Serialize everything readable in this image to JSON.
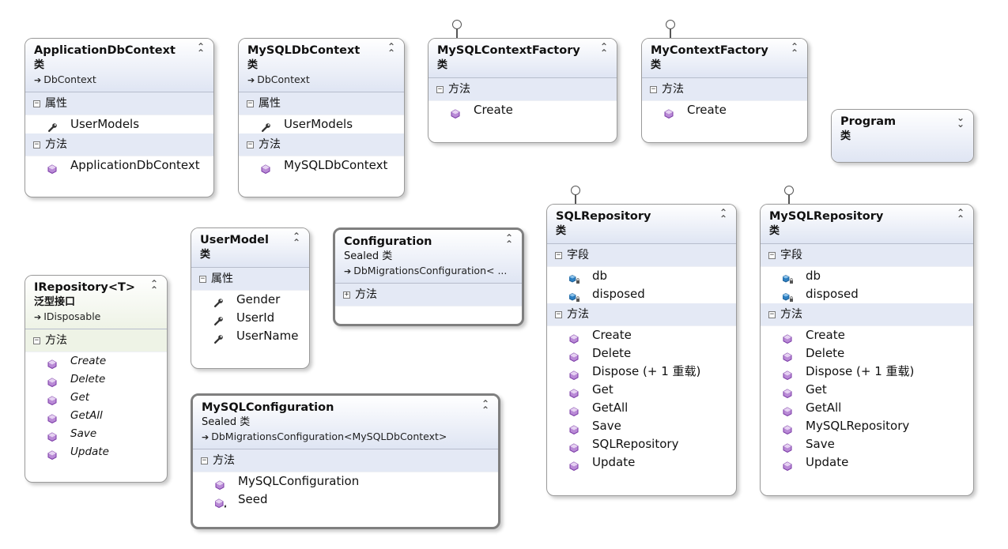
{
  "diagram": {
    "classes": [
      {
        "id": "appdb",
        "title": "ApplicationDbContext",
        "kind": "类",
        "base": "DbContext",
        "sections": [
          {
            "label": "属性",
            "items": [
              {
                "icon": "property",
                "name": "UserModels"
              }
            ]
          },
          {
            "label": "方法",
            "items": [
              {
                "icon": "method",
                "name": "ApplicationDbContext"
              }
            ]
          }
        ]
      },
      {
        "id": "mysqldb",
        "title": "MySQLDbContext",
        "kind": "类",
        "base": "DbContext",
        "sections": [
          {
            "label": "属性",
            "items": [
              {
                "icon": "property",
                "name": "UserModels"
              }
            ]
          },
          {
            "label": "方法",
            "items": [
              {
                "icon": "method",
                "name": "MySQLDbContext"
              }
            ]
          }
        ]
      },
      {
        "id": "mysqlfactory",
        "title": "MySQLContextFactory",
        "kind": "类",
        "sections": [
          {
            "label": "方法",
            "items": [
              {
                "icon": "method",
                "name": "Create"
              }
            ]
          }
        ]
      },
      {
        "id": "myfactory",
        "title": "MyContextFactory",
        "kind": "类",
        "sections": [
          {
            "label": "方法",
            "items": [
              {
                "icon": "method",
                "name": "Create"
              }
            ]
          }
        ]
      },
      {
        "id": "program",
        "title": "Program",
        "kind": "类",
        "collapsed": true
      },
      {
        "id": "irepo",
        "title": "IRepository<T>",
        "kind": "泛型接口",
        "base": "IDisposable",
        "sections": [
          {
            "label": "方法",
            "items": [
              {
                "icon": "method",
                "name": "Create"
              },
              {
                "icon": "method",
                "name": "Delete"
              },
              {
                "icon": "method",
                "name": "Get"
              },
              {
                "icon": "method",
                "name": "GetAll"
              },
              {
                "icon": "method",
                "name": "Save"
              },
              {
                "icon": "method",
                "name": "Update"
              }
            ]
          }
        ]
      },
      {
        "id": "usermodel",
        "title": "UserModel",
        "kind": "类",
        "sections": [
          {
            "label": "属性",
            "items": [
              {
                "icon": "property",
                "name": "Gender"
              },
              {
                "icon": "property",
                "name": "UserId"
              },
              {
                "icon": "property",
                "name": "UserName"
              }
            ]
          }
        ]
      },
      {
        "id": "configuration",
        "title": "Configuration",
        "kind": "Sealed 类",
        "base": "DbMigrationsConfiguration< ...",
        "sections": [
          {
            "label": "方法",
            "collapsed": true,
            "items": []
          }
        ]
      },
      {
        "id": "mysqlconfig",
        "title": "MySQLConfiguration",
        "kind": "Sealed 类",
        "base": "DbMigrationsConfiguration<MySQLDbContext>",
        "sections": [
          {
            "label": "方法",
            "items": [
              {
                "icon": "method",
                "name": "MySQLConfiguration"
              },
              {
                "icon": "method-override",
                "name": "Seed"
              }
            ]
          }
        ]
      },
      {
        "id": "sqlrepo",
        "title": "SQLRepository",
        "kind": "类",
        "sections": [
          {
            "label": "字段",
            "items": [
              {
                "icon": "field",
                "name": "db"
              },
              {
                "icon": "field",
                "name": "disposed"
              }
            ]
          },
          {
            "label": "方法",
            "items": [
              {
                "icon": "method",
                "name": "Create"
              },
              {
                "icon": "method",
                "name": "Delete"
              },
              {
                "icon": "method",
                "name": "Dispose (+ 1 重载)"
              },
              {
                "icon": "method",
                "name": "Get"
              },
              {
                "icon": "method",
                "name": "GetAll"
              },
              {
                "icon": "method",
                "name": "Save"
              },
              {
                "icon": "method",
                "name": "SQLRepository"
              },
              {
                "icon": "method",
                "name": "Update"
              }
            ]
          }
        ]
      },
      {
        "id": "mysqlrepo",
        "title": "MySQLRepository",
        "kind": "类",
        "sections": [
          {
            "label": "字段",
            "items": [
              {
                "icon": "field",
                "name": "db"
              },
              {
                "icon": "field",
                "name": "disposed"
              }
            ]
          },
          {
            "label": "方法",
            "items": [
              {
                "icon": "method",
                "name": "Create"
              },
              {
                "icon": "method",
                "name": "Delete"
              },
              {
                "icon": "method",
                "name": "Dispose (+ 1 重载)"
              },
              {
                "icon": "method",
                "name": "Get"
              },
              {
                "icon": "method",
                "name": "GetAll"
              },
              {
                "icon": "method",
                "name": "MySQLRepository"
              },
              {
                "icon": "method",
                "name": "Save"
              },
              {
                "icon": "method",
                "name": "Update"
              }
            ]
          }
        ]
      }
    ]
  },
  "colors": {
    "header_gradient_end": "#dfe5f3",
    "interface_tint": "#eef3e6",
    "section_bg": "#e4e9f5",
    "method_icon": "#8a3fb5"
  }
}
